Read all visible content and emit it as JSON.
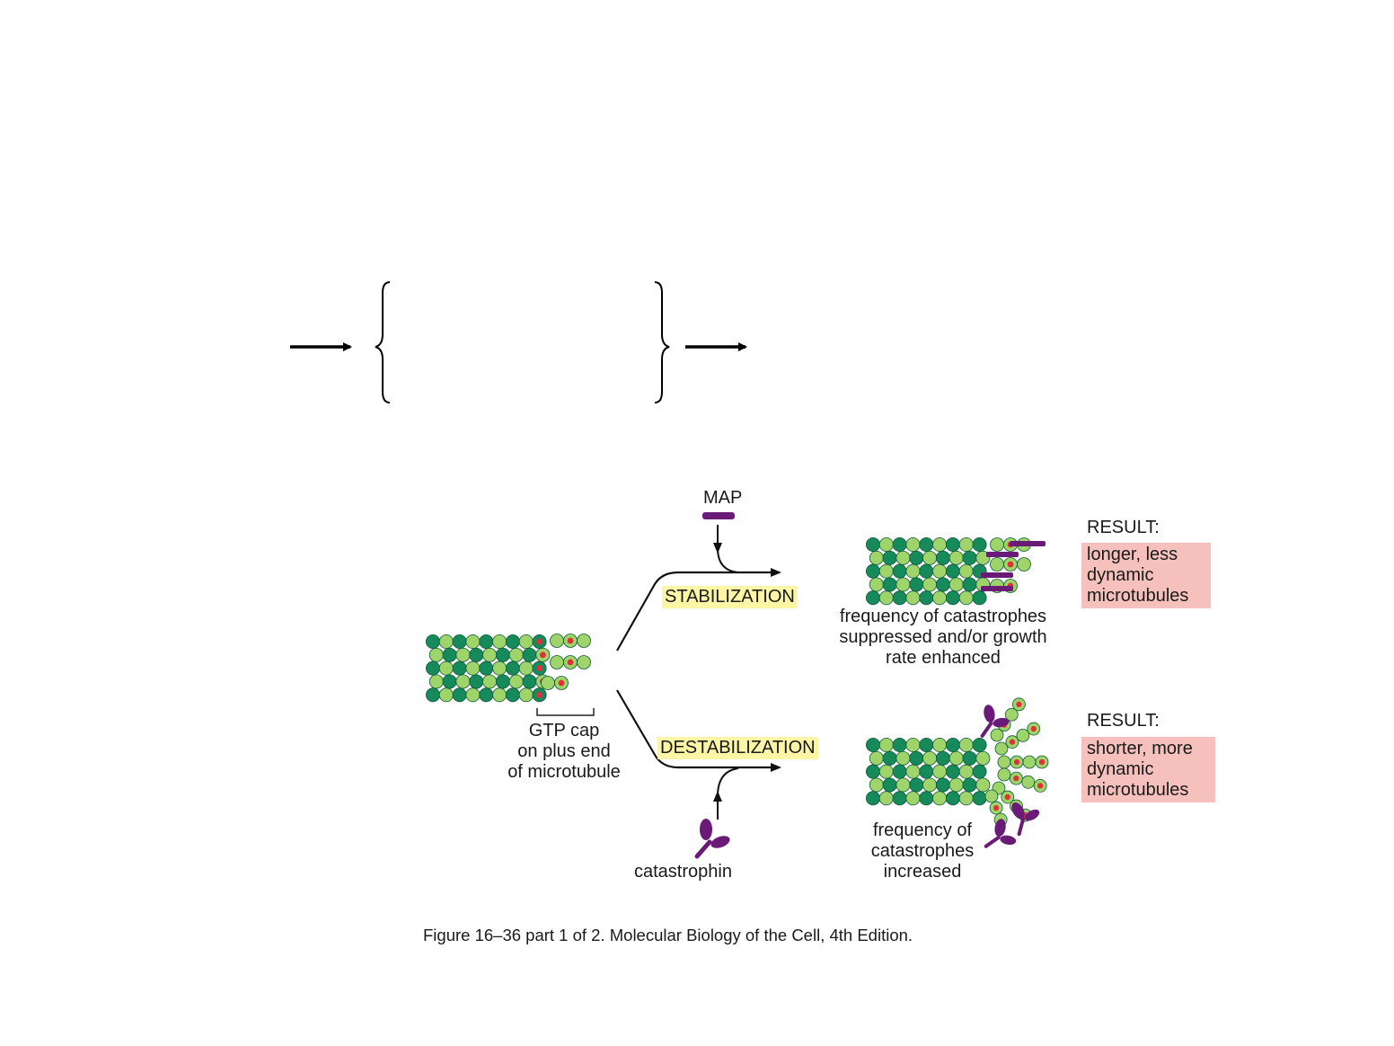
{
  "figure": {
    "map_label": "MAP",
    "stabilization_label": "STABILIZATION",
    "destabilization_label": "DESTABILIZATION",
    "gtp_cap_label": [
      "GTP cap",
      "on plus end",
      "of microtubule"
    ],
    "catastrophin_label": "catastrophin",
    "stable_note": [
      "frequency of catastrophes",
      "suppressed and/or growth",
      "rate enhanced"
    ],
    "unstable_note": [
      "frequency of",
      "catastrophes",
      "increased"
    ],
    "result_heading": "RESULT:",
    "result_stable": [
      "longer, less",
      "dynamic",
      "microtubules"
    ],
    "result_unstable": [
      "shorter, more",
      "dynamic",
      "microtubules"
    ],
    "caption": "Figure 16–36 part 1 of 2. Molecular Biology of the Cell, 4th Edition."
  },
  "colors": {
    "dark_green": "#168a5a",
    "light_green": "#9fd46a",
    "gtp_red": "#e0303a",
    "purple": "#6a1b78",
    "highlight_yellow": "#fdf5a6",
    "highlight_pink": "#f6c1bc"
  }
}
